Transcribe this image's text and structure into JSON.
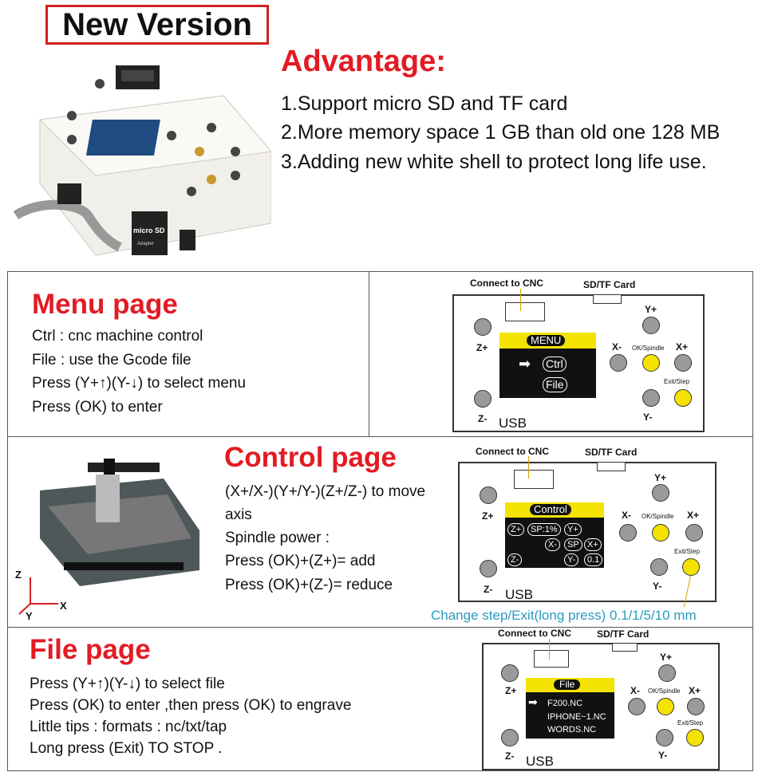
{
  "header": {
    "badge": "New Version"
  },
  "advantage": {
    "title": "Advantage:",
    "items": [
      "1.Support micro SD and TF card",
      "2.More memory space 1 GB than old one 128 MB",
      "3.Adding new white shell to protect long life use."
    ]
  },
  "menu_section": {
    "title": "Menu page",
    "lines": [
      "Ctrl : cnc machine control",
      "File : use the Gcode file",
      "Press (Y+↑)(Y-↓) to select menu",
      "Press (OK) to enter"
    ]
  },
  "control_section": {
    "title": "Control page",
    "lines": [
      "(X+/X-)(Y+/Y-)(Z+/Z-) to move",
      "axis",
      "Spindle power :",
      "Press (OK)+(Z+)= add",
      "Press (OK)+(Z-)= reduce"
    ],
    "note": "Change step/Exit(long press) 0.1/1/5/10 mm"
  },
  "file_section": {
    "title": "File page",
    "lines": [
      "Press (Y+↑)(Y-↓) to select file",
      "Press (OK) to enter ,then press (OK) to engrave",
      "Little tips : formats : nc/txt/tap",
      "Long press (Exit) TO STOP ."
    ]
  },
  "board_labels": {
    "connect": "Connect to CNC",
    "sd": "SD/TF Card",
    "usb": "USB",
    "zp": "Z+",
    "zm": "Z-",
    "xp": "X+",
    "xm": "X-",
    "yp": "Y+",
    "ym": "Y-",
    "ok": "OK/Spindle",
    "exit": "Exit/Step"
  },
  "screens": {
    "menu": {
      "header": "MENU",
      "items": [
        "Ctrl",
        "File"
      ]
    },
    "control": {
      "header": "Control",
      "row1": [
        "Z+",
        "SP:1%",
        "Y+"
      ],
      "row2": [
        "X-",
        "SP",
        "X+"
      ],
      "row3": [
        "Z-",
        "Y-",
        "0.1"
      ]
    },
    "file": {
      "header": "File",
      "items": [
        "F200.NC",
        "IPHONE~1.NC",
        "WORDS.NC"
      ]
    }
  },
  "axes": {
    "z": "Z",
    "y": "Y",
    "x": "X"
  },
  "product": {
    "logo": "micro SD",
    "adapter": "Adapter"
  },
  "colors": {
    "accent": "#e31b23",
    "lcd_yellow": "#f4e300",
    "note_cyan": "#2a9bc0"
  }
}
